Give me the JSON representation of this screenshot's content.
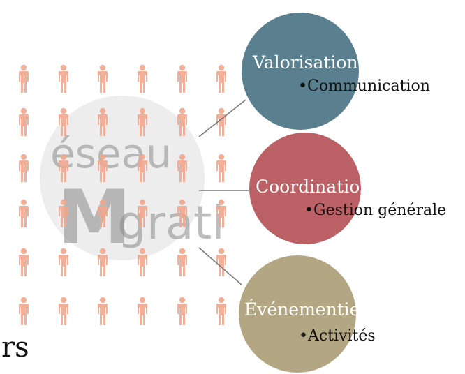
{
  "watermark": {
    "line1": "éseau",
    "line2": "grati",
    "initial": "M"
  },
  "groups": [
    {
      "title": "Valorisation",
      "bullet": "Communication",
      "color": "#5a8090"
    },
    {
      "title": "Coordination",
      "bullet": "Gestion générale",
      "color": "#bb6064"
    },
    {
      "title": "Événementiel",
      "bullet": "Activités",
      "color": "#b3a683"
    }
  ],
  "people_color": "#f2a88f",
  "bullet_char": "•",
  "cut_text": "rs"
}
